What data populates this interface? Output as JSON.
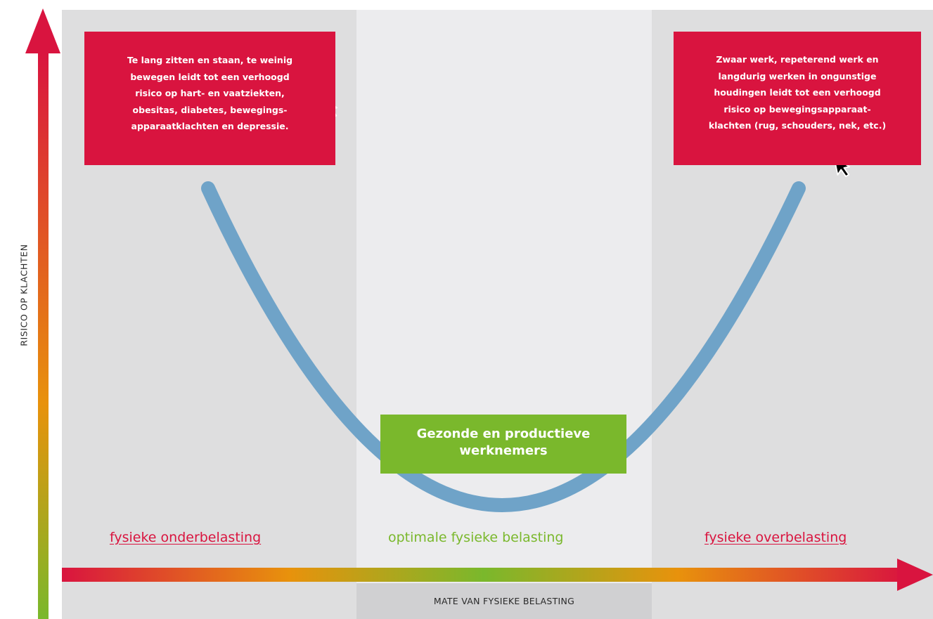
{
  "diagram": {
    "y_axis_label": "RISICO OP KLACHTEN",
    "x_axis_label": "MATE VAN FYSIEKE BELASTING",
    "zones": {
      "left": "fysieke onderbelasting",
      "middle": "optimale fysieke belasting",
      "right": "fysieke overbelasting"
    },
    "boxes": {
      "left_lines": [
        "Te lang zitten en staan, te weinig",
        "bewegen leidt tot een verhoogd",
        "risico op hart- en vaatziekten,",
        "obesitas, diabetes, bewegings-",
        "apparaatklachten en depressie."
      ],
      "right_lines": [
        "Zwaar werk, repeterend werk en",
        "langdurig werken in ongunstige",
        "houdingen leidt tot een verhoogd",
        "risico op bewegingsapparaat-",
        "klachten (rug, schouders, nek, etc.)"
      ],
      "center_lines": [
        "Gezonde en productieve",
        "werknemers"
      ]
    },
    "icons": [
      "arrow-cursor-icon",
      "arrow-cursor-icon"
    ],
    "colors": {
      "red": "#d9143f",
      "orange": "#e8920c",
      "green": "#7ab82c",
      "curve_blue": "#6fa3c8",
      "zone_gray": "#dededf",
      "zone_light": "#ececee"
    }
  }
}
